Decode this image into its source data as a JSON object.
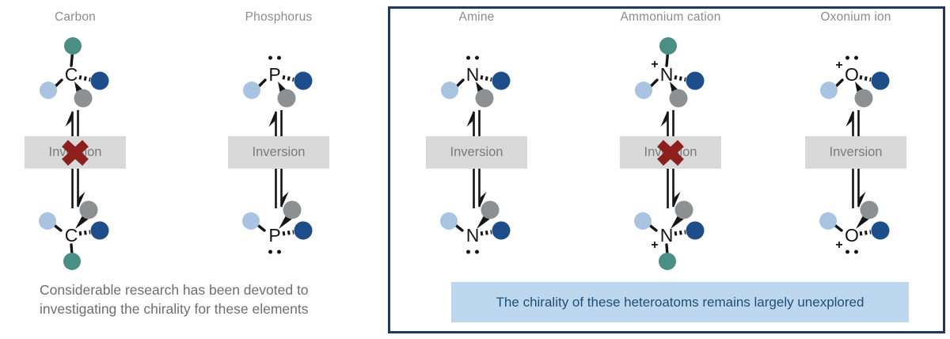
{
  "columns": [
    {
      "title": "Carbon",
      "atom": "C",
      "charge": "",
      "inversion_label": "Inversion",
      "inversion_blocked": true,
      "has_lone_pair": false
    },
    {
      "title": "Phosphorus",
      "atom": "P",
      "charge": "",
      "inversion_label": "Inversion",
      "inversion_blocked": false,
      "has_lone_pair": true
    },
    {
      "title": "Amine",
      "atom": "N",
      "charge": "",
      "inversion_label": "Inversion",
      "inversion_blocked": false,
      "has_lone_pair": true
    },
    {
      "title": "Ammonium cation",
      "atom": "N",
      "charge": "+",
      "inversion_label": "Inversion",
      "inversion_blocked": true,
      "has_lone_pair": false
    },
    {
      "title": "Oxonium ion",
      "atom": "O",
      "charge": "+",
      "inversion_label": "Inversion",
      "inversion_blocked": false,
      "has_lone_pair": true
    }
  ],
  "caption_left": "Considerable research has been devoted to investigating the chirality for these elements",
  "note_right": "The chirality of these heteroatoms remains largely unexplored",
  "colors": {
    "teal": "#4a8e86",
    "light_blue": "#a9c3e3",
    "dark_blue": "#1d4e89",
    "gray_ball": "#8d9091",
    "title_text": "#8c8c8c",
    "inversion_bg": "#d9d9d9",
    "inversion_text": "#7b7b7b",
    "cross_red": "#8e1f1f",
    "box_border": "#1f3864",
    "note_bg": "#bdd7ee",
    "note_text": "#1f4e79",
    "caption_text": "#6e6e6e"
  }
}
